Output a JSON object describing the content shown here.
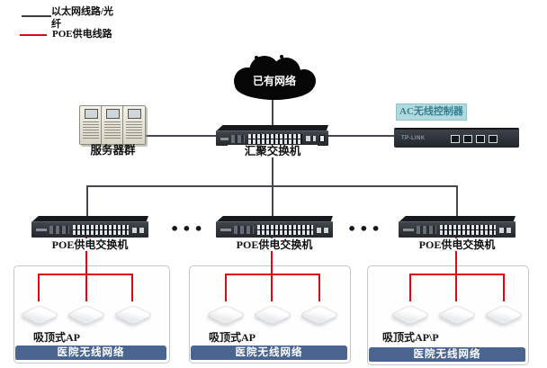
{
  "legend": {
    "ethernet": {
      "label": "以太网线路/光\n纤",
      "color": "#46474f"
    },
    "poe": {
      "label": "POE供电线路",
      "color": "#e30613"
    }
  },
  "cloud": {
    "label": "已有网络"
  },
  "servers": {
    "label": "服务器群"
  },
  "core_switch": {
    "label": "汇聚交换机"
  },
  "controller": {
    "label": "AC无线控制器",
    "brand": "TP-LINK"
  },
  "ellipsis": "•••",
  "poe_switches": [
    {
      "label": "POE供电交换机"
    },
    {
      "label": "POE供电交换机"
    },
    {
      "label": "POE供电交换机"
    }
  ],
  "groups": [
    {
      "ap_label": "吸顶式AP",
      "network_label": "医院无线网络"
    },
    {
      "ap_label": "吸顶式AP",
      "network_label": "医院无线网络"
    },
    {
      "ap_label": "吸顶式AP\\P",
      "network_label": "医院无线网络"
    }
  ],
  "colors": {
    "ethernet_line": "#46474f",
    "poe_line": "#e30613",
    "network_bar": "#4a6590",
    "controller_label_bg": "#b2d9de",
    "controller_label_text": "#37808e",
    "cloud_fill": "#060606"
  }
}
